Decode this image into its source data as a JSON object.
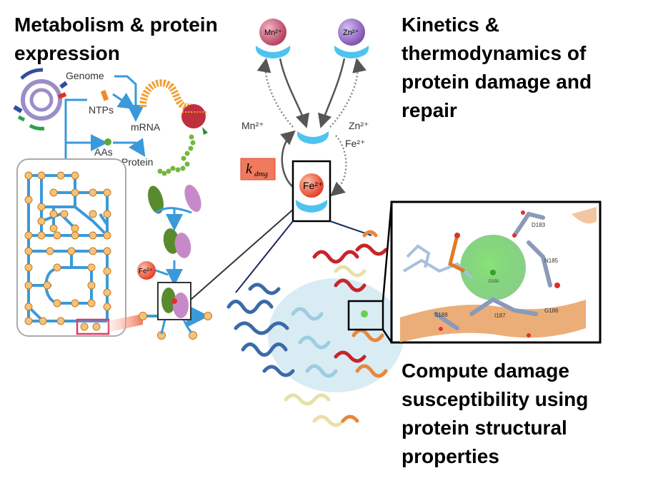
{
  "titles": {
    "metabolism": "Metabolism & protein expression",
    "kinetics": "Kinetics & thermodynamics of protein damage and repair",
    "compute": "Compute damage susceptibility using protein structural properties"
  },
  "labels": {
    "genome": "Genome",
    "ntps": "NTPs",
    "mrna": "mRNA",
    "aas": "AAs",
    "protein": "Protein",
    "fe_node": "Fe²⁺",
    "mn_ion": "Mn²⁺",
    "zn_ion": "Zn²⁺",
    "mn_side": "Mn²⁺",
    "zn_side": "Zn²⁺",
    "fe_side": "Fe²⁺",
    "fe_center": "Fe²⁺",
    "kdmg_k": "k",
    "kdmg_sub": "dmg"
  },
  "residues": [
    "D183",
    "N185",
    "G186",
    "I187",
    "S188",
    "D150"
  ],
  "colors": {
    "pathway": "#3a9ad9",
    "node": "#f5c27a",
    "node_stroke": "#c47a1e",
    "mn": "#c0506a",
    "zn": "#8a5fc0",
    "fe": "#e8513a",
    "protein_blue": "#4fc3f0",
    "kdmg_bg": "#f07a5e",
    "highlight": "#e03a6a"
  }
}
